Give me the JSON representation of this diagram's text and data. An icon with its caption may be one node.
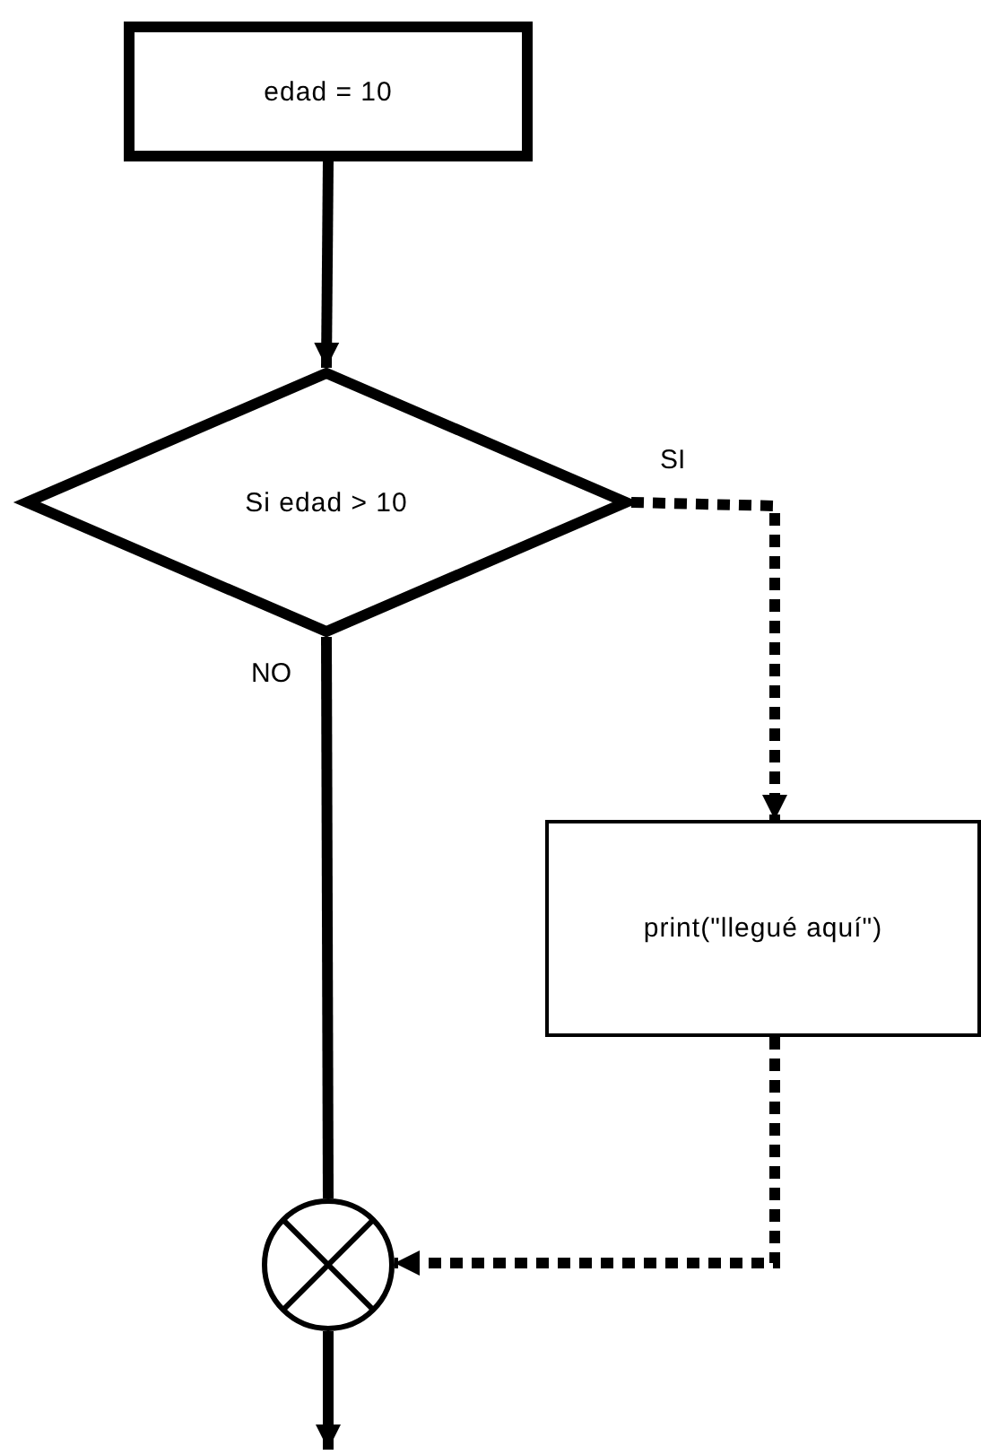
{
  "diagram": {
    "nodes": [
      {
        "text": [
          "edad = 10"
        ]
      },
      {
        "text": [
          "Si edad > 10"
        ]
      },
      {
        "text": [
          "print(\"llegué aquí\")"
        ]
      },
      {
        "text": [],
        "shape": "circle"
      }
    ],
    "edges": [
      {
        "from": 0,
        "to": 1,
        "arrow": "to"
      },
      {
        "from": 1,
        "to": 2,
        "arrow": "to",
        "label": "SI",
        "style": "dashed"
      },
      {
        "from": 1,
        "to": 3,
        "arrow": "none",
        "label": "NO"
      },
      {
        "from": 2,
        "to": 3,
        "arrow": "to",
        "style": "dashed"
      },
      {
        "from": 3,
        "to": null,
        "arrow": "to"
      }
    ]
  }
}
